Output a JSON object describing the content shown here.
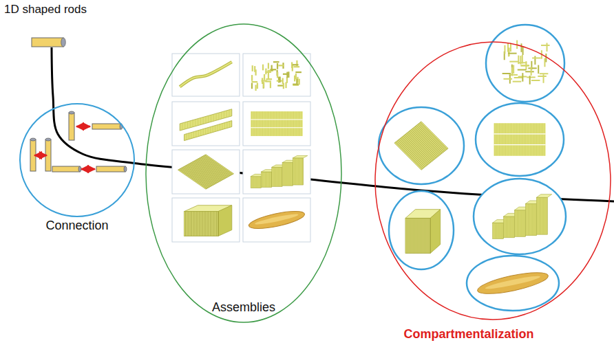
{
  "diagram": {
    "nodes": [
      {
        "text": [
          "Connection"
        ]
      },
      {
        "text": [
          "Assemblies"
        ]
      },
      {
        "text": [
          "Compartmentalization"
        ]
      }
    ],
    "labels": [
      "1D shaped rods"
    ]
  }
}
